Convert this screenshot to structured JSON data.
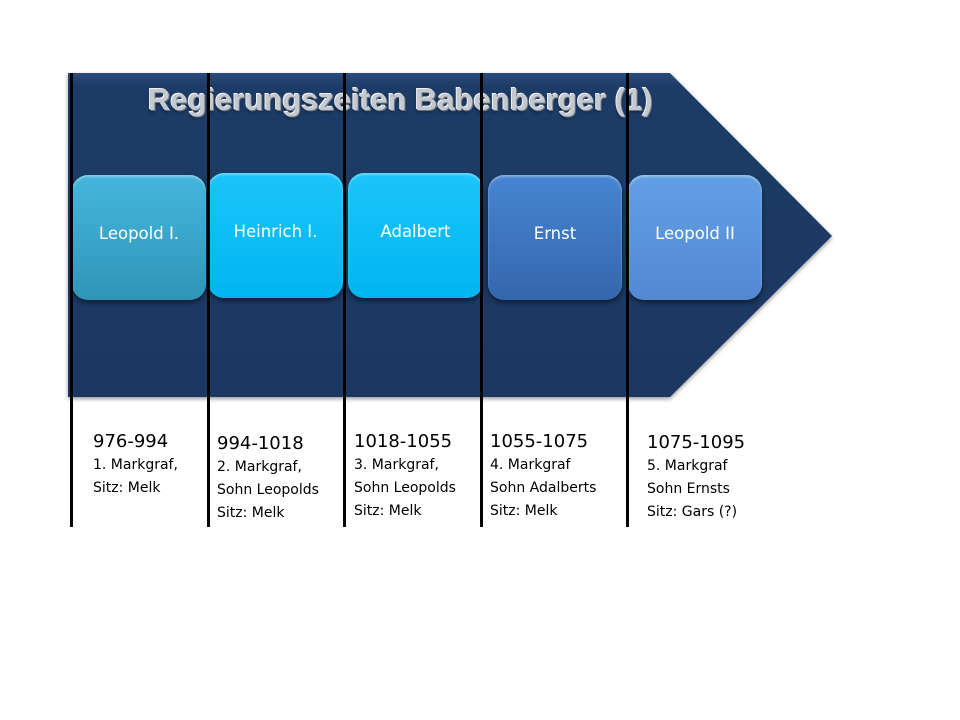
{
  "title": "Regierungszeiten Babenberger (1)",
  "colors": {
    "arrow": "#1f3b66",
    "box_leopold1": "#3aaad0",
    "box_heinrich1": "#0abcf6",
    "box_adalbert": "#0abcf6",
    "box_ernst": "#3a78c4",
    "box_leopold2": "#5b95dc",
    "vertical_lines": "#000000"
  },
  "rulers": [
    {
      "name": "Leopold I.",
      "years": "976-994",
      "details": [
        "1. Markgraf,",
        "Sitz: Melk"
      ]
    },
    {
      "name": "Heinrich I.",
      "years": "994-1018",
      "details": [
        "2. Markgraf,",
        "Sohn Leopolds",
        "Sitz: Melk"
      ]
    },
    {
      "name": "Adalbert",
      "years": "1018-1055",
      "details": [
        "3. Markgraf,",
        "Sohn Leopolds",
        "Sitz: Melk"
      ]
    },
    {
      "name": "Ernst",
      "years": "1055-1075",
      "details": [
        "4. Markgraf",
        "Sohn Adalberts",
        "Sitz: Melk"
      ]
    },
    {
      "name": "Leopold II",
      "years": "1075-1095",
      "details": [
        "5. Markgraf",
        "Sohn Ernsts",
        "Sitz: Gars (?)"
      ]
    }
  ]
}
